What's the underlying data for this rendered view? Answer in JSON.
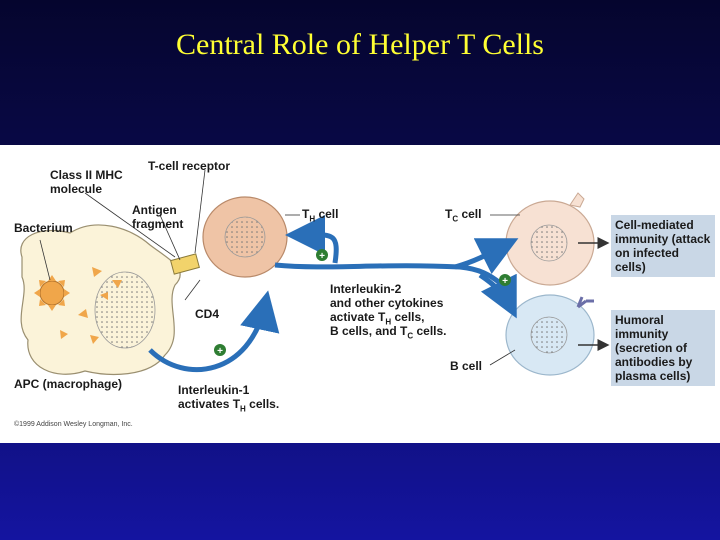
{
  "slide": {
    "title": "Central Role of Helper T Cells"
  },
  "figure": {
    "labels": {
      "class2_mhc": "Class II MHC molecule",
      "tcell_receptor": "T-cell receptor",
      "antigen_fragment": "Antigen fragment",
      "bacterium": "Bacterium",
      "th_cell": "TH cell",
      "tc_cell": "TC cell",
      "cd4": "CD4",
      "apc": "APC (macrophage)",
      "b_cell": "B cell",
      "interleukin2": "Interleukin-2 and other cytokines activate TH cells, B cells, and TC cells.",
      "interleukin1": "Interleukin-1 activates TH cells.",
      "copyright": "©1999 Addison Wesley Longman, Inc."
    },
    "boxes": {
      "cell_mediated": "Cell-mediated immunity (attack on infected cells)",
      "humoral": "Humoral immunity (secretion of antibodies by plasma cells)"
    },
    "colors": {
      "arrow": "#2a6fb8",
      "plus": "#2e7d32",
      "box_fill": "#c9d7e6",
      "apc_fill": "#fbf3d9",
      "th_fill": "#efc4a6",
      "tc_fill": "#f7e1d3",
      "bcell_fill": "#d8e8f4"
    }
  }
}
